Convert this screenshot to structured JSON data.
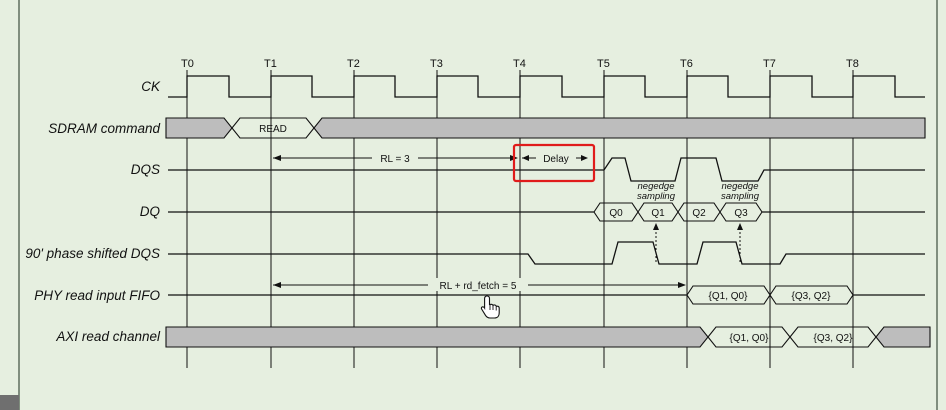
{
  "signals": {
    "ck": "CK",
    "sdram_command": "SDRAM command",
    "dqs": "DQS",
    "dq": "DQ",
    "dqs_shifted": "90' phase shifted DQS",
    "phy_fifo": "PHY read input FIFO",
    "axi_read": "AXI read channel"
  },
  "time_labels": [
    "T0",
    "T1",
    "T2",
    "T3",
    "T4",
    "T5",
    "T6",
    "T7",
    "T8"
  ],
  "command": {
    "read": "READ"
  },
  "annotations": {
    "rl": "RL = 3",
    "delay": "Delay",
    "rl_fetch": "RL + rd_fetch = 5",
    "negedge_1": "negedge",
    "sampling_1": "sampling",
    "negedge_2": "negedge",
    "sampling_2": "sampling"
  },
  "dq_bits": [
    "Q0",
    "Q1",
    "Q2",
    "Q3"
  ],
  "fifo_words": [
    "{Q1, Q0}",
    "{Q3, Q2}"
  ],
  "axi_words": [
    "{Q1, Q0}",
    "{Q3, Q2}"
  ],
  "colors": {
    "background": "#e6efe0",
    "bus_fill": "#bdbdbd",
    "highlight": "#e01b1b",
    "wave": "#111111"
  }
}
